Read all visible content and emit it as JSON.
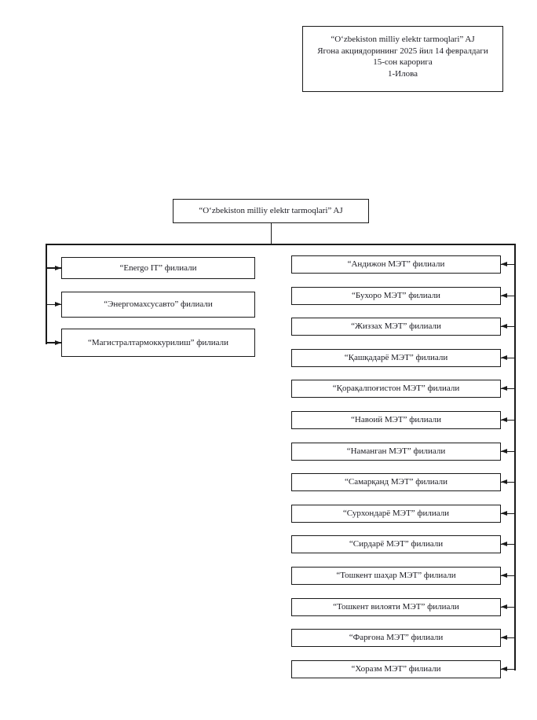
{
  "document": {
    "reference_note": {
      "lines": [
        "“O‘zbekiston milliy elektr tarmoqlari” AJ",
        "Ягона акциядорининг 2025 йил 14 февралдаги",
        "15-сон карорига",
        "1-Илова"
      ]
    }
  },
  "org_chart": {
    "root": "“O‘zbekiston milliy elektr tarmoqlari” AJ",
    "left_branches": [
      "“Energo IT” филиали",
      "“Энергомахсусавто” филиали",
      "“Магистралтармоккурилиш” филиали"
    ],
    "right_branches": [
      "“Андижон МЭТ” филиали",
      "“Бухоро МЭТ” филиали",
      "“Жиззах МЭТ” филиали",
      "“Қашқадарё МЭТ” филиали",
      "“Қорақалпоғистон МЭТ” филиали",
      "“Навоий МЭТ” филиали",
      "“Наманган МЭТ” филиали",
      "“Самарқанд МЭТ” филиали",
      "“Сурхондарё МЭТ” филиали",
      "“Сирдарё МЭТ” филиали",
      "“Тошкент шаҳар МЭТ” филиали",
      "“Тошкент вилояти МЭТ” филиали",
      "“Фарғона МЭТ” филиали",
      "“Хоразм МЭТ” филиали"
    ]
  },
  "colors": {
    "ink": "#1b1b22",
    "line": "#1a1a1a",
    "page_background": "#ffffff"
  }
}
